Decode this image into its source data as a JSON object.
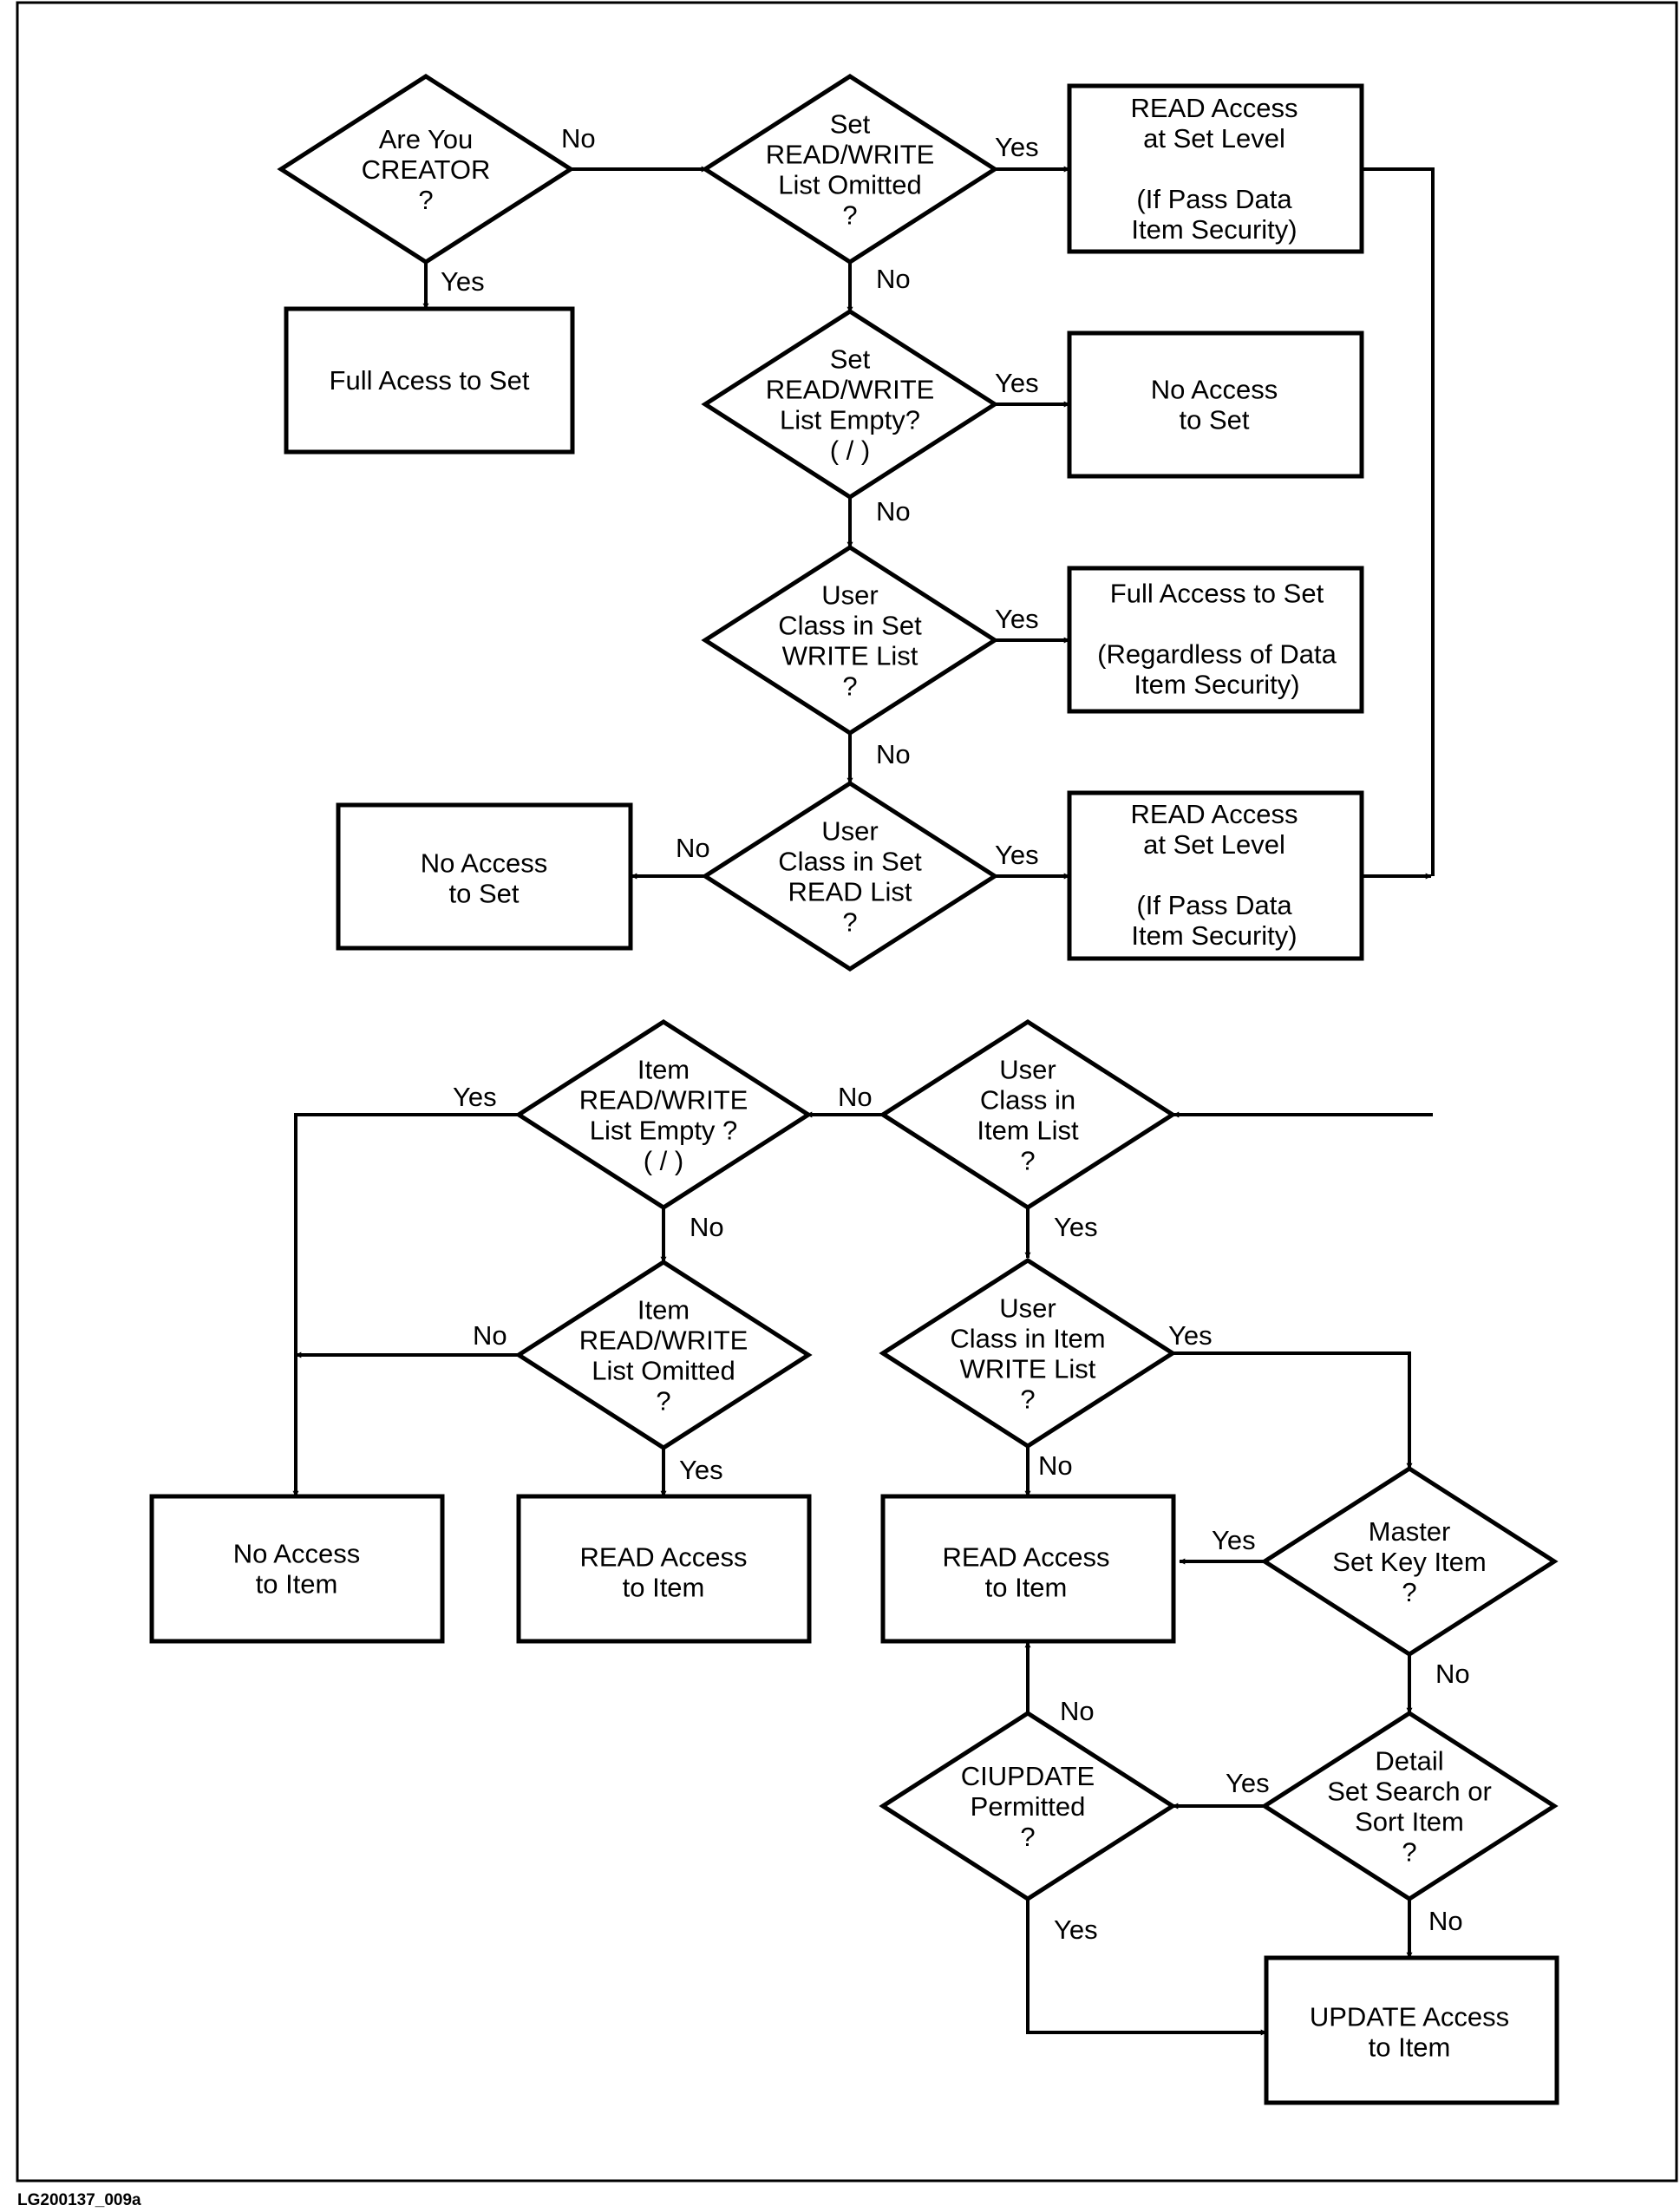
{
  "decisions": {
    "creator": [
      "Are You",
      "CREATOR",
      "?"
    ],
    "set_omitted": [
      "Set",
      "READ/WRITE",
      "List Omitted",
      "?"
    ],
    "set_empty": [
      "Set",
      "READ/WRITE",
      "List Empty?",
      "( / )"
    ],
    "set_write": [
      "User",
      "Class in Set",
      "WRITE List",
      "?"
    ],
    "set_read": [
      "User",
      "Class in Set",
      "READ  List",
      "?"
    ],
    "item_list": [
      "User",
      "Class in",
      "Item List",
      "?"
    ],
    "item_empty": [
      "Item",
      "READ/WRITE",
      "List Empty ?",
      "( / )"
    ],
    "item_omitted": [
      "Item",
      "READ/WRITE",
      "List  Omitted",
      "?"
    ],
    "item_write": [
      "User",
      "Class in Item",
      "WRITE List",
      "?"
    ],
    "master_key": [
      "Master",
      "Set Key Item",
      "?"
    ],
    "detail_search": [
      "Detail",
      "Set Search or",
      "Sort Item",
      "?"
    ],
    "ciupdate": [
      "CIUPDATE",
      "Permitted",
      "?"
    ]
  },
  "outcomes": {
    "full_access_set": [
      "Full Acess to Set"
    ],
    "read_set_level_1": [
      "READ Access",
      "at Set Level",
      "",
      "(If Pass Data",
      "Item Security)"
    ],
    "no_access_set_1": [
      "No Access",
      "to Set"
    ],
    "full_access_regardless": [
      "Full Access to Set",
      "",
      "(Regardless of Data",
      "Item Security)"
    ],
    "no_access_set_2": [
      "No Access",
      "to Set"
    ],
    "read_set_level_2": [
      "READ Access",
      "at Set Level",
      "",
      "(If Pass Data",
      "Item Security)"
    ],
    "no_access_item": [
      "No Access",
      "to Item"
    ],
    "read_access_item_1": [
      "READ Access",
      "to Item"
    ],
    "read_access_item_2": [
      "READ Access",
      "to Item"
    ],
    "update_access_item": [
      "UPDATE Access",
      "to Item"
    ]
  },
  "labels": {
    "creator_no": "No",
    "creator_yes": "Yes",
    "set_omitted_yes": "Yes",
    "set_omitted_no": "No",
    "set_empty_yes": "Yes",
    "set_empty_no": "No",
    "set_write_yes": "Yes",
    "set_write_no": "No",
    "set_read_no": "No",
    "set_read_yes": "Yes",
    "item_list_no": "No",
    "item_list_yes": "Yes",
    "item_empty_yes": "Yes",
    "item_empty_no": "No",
    "item_omitted_no": "No",
    "item_omitted_yes": "Yes",
    "item_write_yes": "Yes",
    "item_write_no": "No",
    "master_key_yes": "Yes",
    "master_key_no": "No",
    "detail_search_yes": "Yes",
    "detail_search_no": "No",
    "ciupdate_no": "No",
    "ciupdate_yes": "Yes"
  },
  "figure_id": "LG200137_009a"
}
